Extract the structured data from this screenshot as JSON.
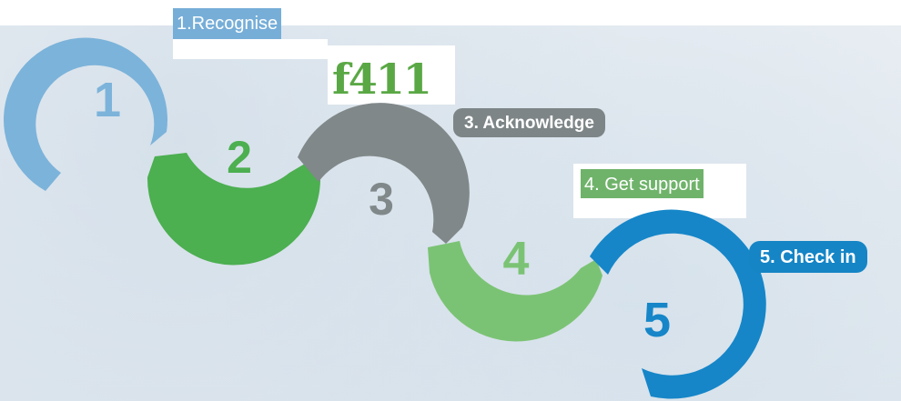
{
  "steps": [
    {
      "number": "1",
      "label": "1.Recognise",
      "color": "#7cb3da"
    },
    {
      "number": "2",
      "label": "",
      "color": "#4caf50"
    },
    {
      "number": "3",
      "label": "3. Acknowledge",
      "color": "#808889"
    },
    {
      "number": "4",
      "label": "4. Get support",
      "color": "#7bc374"
    },
    {
      "number": "5",
      "label": "5. Check in",
      "color": "#1686c8"
    }
  ],
  "logo_text": "f411",
  "colors": {
    "logo_green": "#5aa845",
    "background": "#e4ebf1"
  }
}
